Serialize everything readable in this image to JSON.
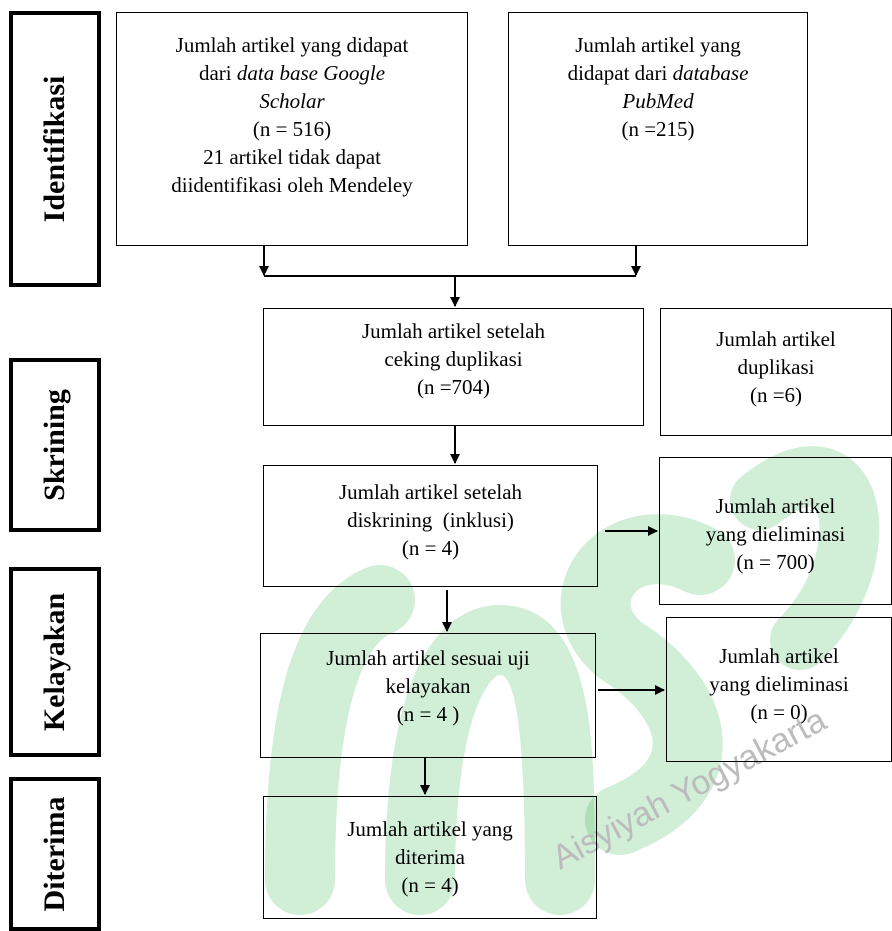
{
  "watermark": {
    "text": "Aisyiyah Yogyakarta",
    "color": "#2db34a"
  },
  "stages": {
    "identifikasi": "Identifikasi",
    "skrining": "Skrining",
    "kelayakan": "Kelayakan",
    "diterima": "Diterima"
  },
  "boxes": {
    "google": {
      "line1": "Jumlah artikel yang didapat",
      "line2_prefix": "dari ",
      "line2_italic": "data base Google",
      "line3_italic": "Scholar",
      "line4": "(n = 516)",
      "line5": "21 artikel tidak dapat",
      "line6": "diidentifikasi oleh Mendeley"
    },
    "pubmed": {
      "line1": "Jumlah artikel yang",
      "line2_prefix": "didapat dari ",
      "line2_italic": "database",
      "line3_italic": "PubMed",
      "line4": "(n =215)"
    },
    "setelah_duplikasi": {
      "line1": "Jumlah artikel setelah",
      "line2": "ceking duplikasi",
      "line3": "(n =704)"
    },
    "duplikasi": {
      "line1": "Jumlah artikel",
      "line2": "duplikasi",
      "line3": "(n =6)"
    },
    "diskrining": {
      "line1": "Jumlah artikel setelah",
      "line2": "diskrining  (inklusi)",
      "line3": "(n = 4)"
    },
    "eliminasi1": {
      "line1": "Jumlah artikel",
      "line2": "yang dieliminasi",
      "line3": "(n = 700)"
    },
    "kelayakan": {
      "line1": "Jumlah artikel sesuai uji",
      "line2": "kelayakan",
      "line3": "(n = 4 )"
    },
    "eliminasi2": {
      "line1": "Jumlah artikel",
      "line2": "yang dieliminasi",
      "line3": "(n = 0)"
    },
    "diterima": {
      "line1": "Jumlah artikel yang",
      "line2": "diterima",
      "line3": "(n = 4)"
    }
  }
}
